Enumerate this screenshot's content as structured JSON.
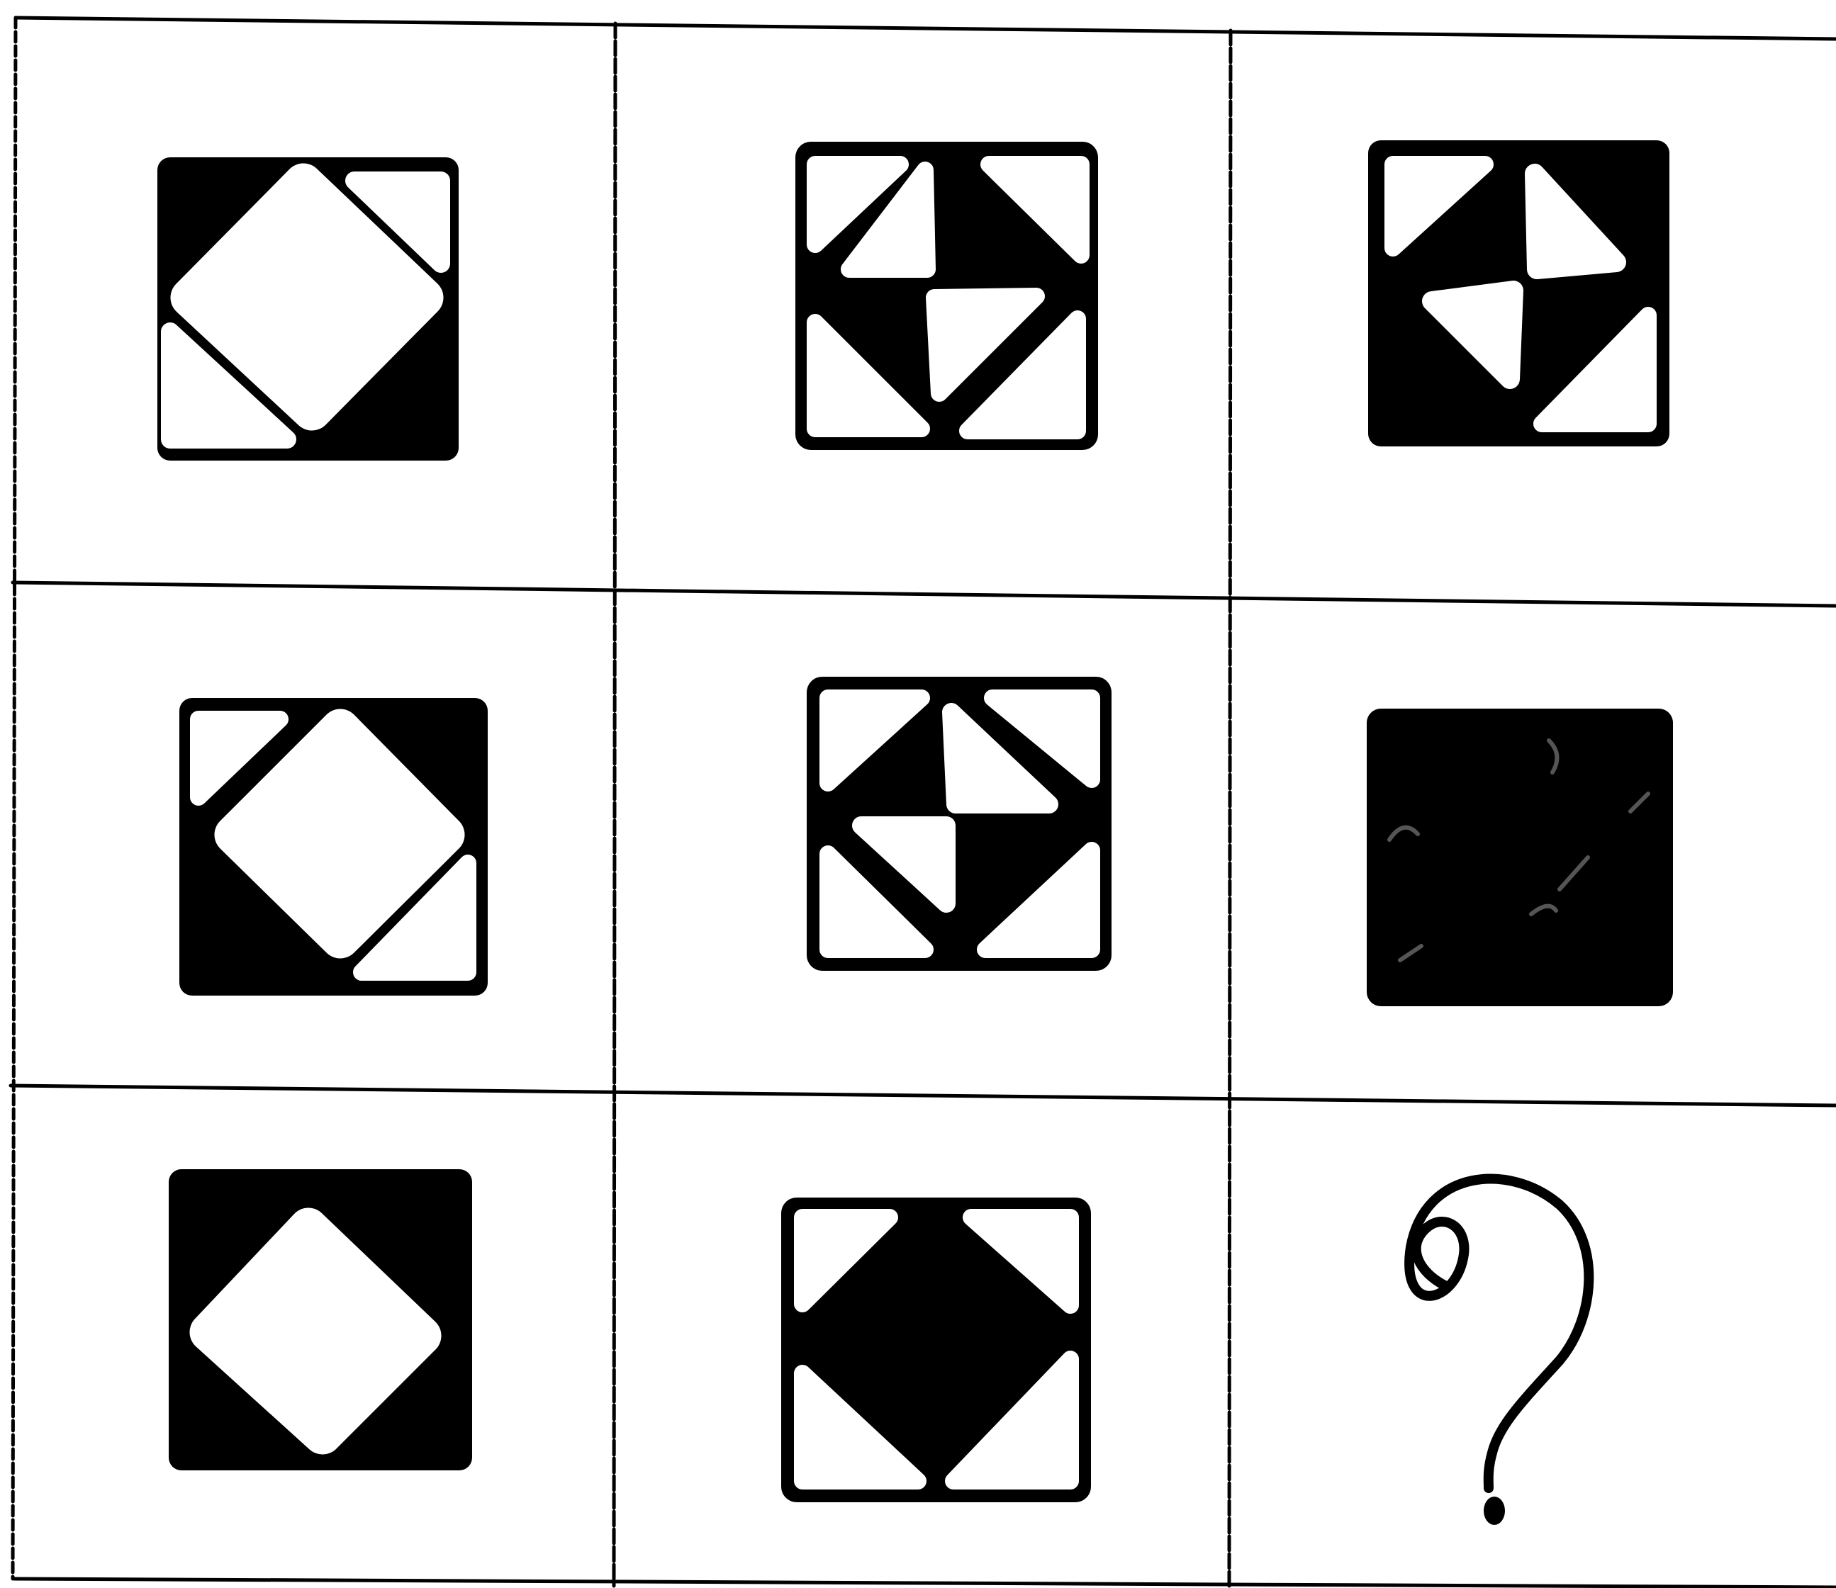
{
  "puzzle": {
    "rows": 3,
    "cols": 3,
    "cells": [
      {
        "row": 1,
        "col": 1,
        "figure": "square-black-with-white-diamond-and-white-corners-top-right-bottom-left"
      },
      {
        "row": 1,
        "col": 2,
        "figure": "square-white-outline-with-black-cross-and-four-white-triangles"
      },
      {
        "row": 1,
        "col": 3,
        "figure": "square-black-with-four-white-triangles"
      },
      {
        "row": 2,
        "col": 1,
        "figure": "square-black-with-white-diamond-and-white-corners-top-left-bottom-right"
      },
      {
        "row": 2,
        "col": 2,
        "figure": "square-white-outline-with-small-black-cross-and-white-triangles"
      },
      {
        "row": 2,
        "col": 3,
        "figure": "square-solid-black-scribbled"
      },
      {
        "row": 3,
        "col": 1,
        "figure": "square-black-with-white-diamond"
      },
      {
        "row": 3,
        "col": 2,
        "figure": "square-white-outline-with-black-diamond-and-white-corners"
      },
      {
        "row": 3,
        "col": 3,
        "figure": "question-mark"
      }
    ],
    "missing_cell_label": "?"
  },
  "colors": {
    "ink": "#000000",
    "paper": "#ffffff"
  }
}
